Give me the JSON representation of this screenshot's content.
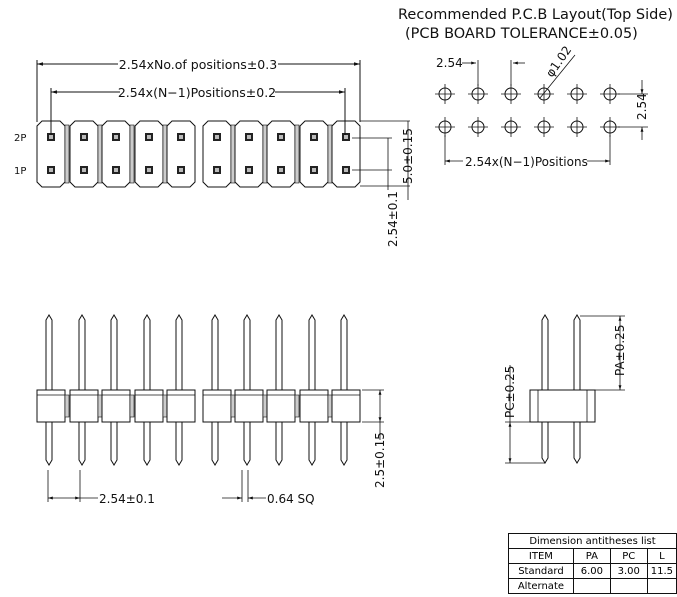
{
  "pcb_layout": {
    "title_line1": "Recommended P.C.B Layout(Top Side)",
    "title_line2": "(PCB BOARD TOLERANCE±0.05)",
    "pitch_h": "2.54",
    "hole_dia": "φ1.02",
    "pitch_v": "2.54",
    "span": "2.54x(N−1)Positions"
  },
  "top_view": {
    "overall": "2.54xNo.of positions±0.3",
    "span": "2.54x(N−1)Positions±0.2",
    "row2_label": "2P",
    "row1_label": "1P",
    "height": "5.0±0.15",
    "row_pitch": "2.54±0.1"
  },
  "side_view": {
    "pitch": "2.54±0.1",
    "pin_size": "0.64 SQ",
    "body_height": "2.5±0.15"
  },
  "end_view": {
    "pa": "PA±0.25",
    "pc": "PC±0.25"
  },
  "table": {
    "title": "Dimension  antitheses  list",
    "headers": [
      "ITEM",
      "PA",
      "PC",
      "L"
    ],
    "rows": [
      [
        "Standard",
        "6.00",
        "3.00",
        "11.5"
      ],
      [
        "Alternate",
        "",
        "",
        ""
      ]
    ]
  }
}
